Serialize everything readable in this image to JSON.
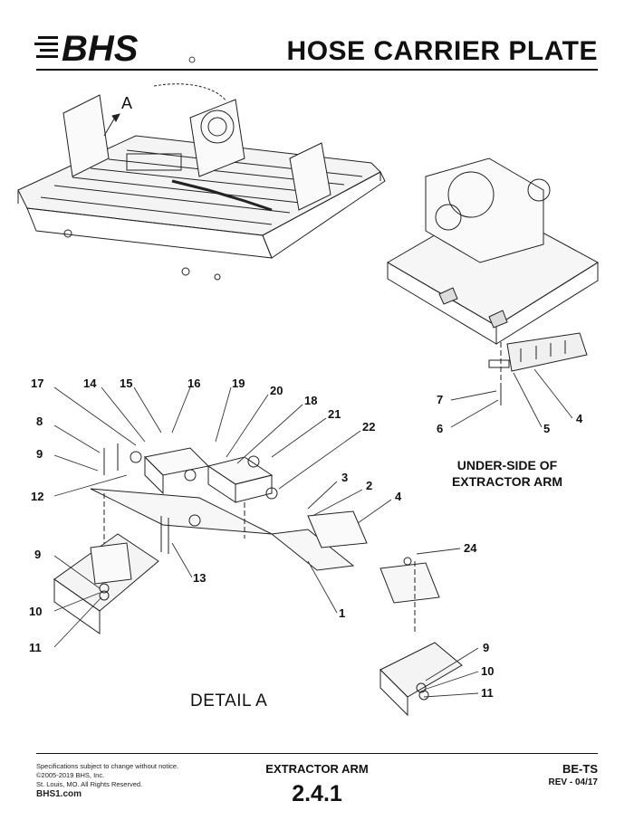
{
  "header": {
    "logo_text": "BHS",
    "title": "HOSE CARRIER PLATE"
  },
  "view_label": "A",
  "underside_caption": [
    "UNDER-SIDE OF",
    "EXTRACTOR ARM"
  ],
  "detail_label": "DETAIL  A",
  "callouts": [
    "17",
    "14",
    "15",
    "16",
    "19",
    "20",
    "18",
    "21",
    "22",
    "8",
    "9",
    "12",
    "3",
    "2",
    "4",
    "13",
    "9",
    "10",
    "11",
    "1",
    "24",
    "9",
    "10",
    "11",
    "7",
    "6",
    "5",
    "4"
  ],
  "footer": {
    "disclaimer": "Specifications subject to change without notice.",
    "copyright": "©2005-2019 BHS, Inc.",
    "address": "St. Louis, MO.  All Rights Reserved.",
    "website": "BHS1.com",
    "section": "EXTRACTOR ARM",
    "number": "2.4.1",
    "code": "BE-TS",
    "revision": "REV - 04/17"
  }
}
